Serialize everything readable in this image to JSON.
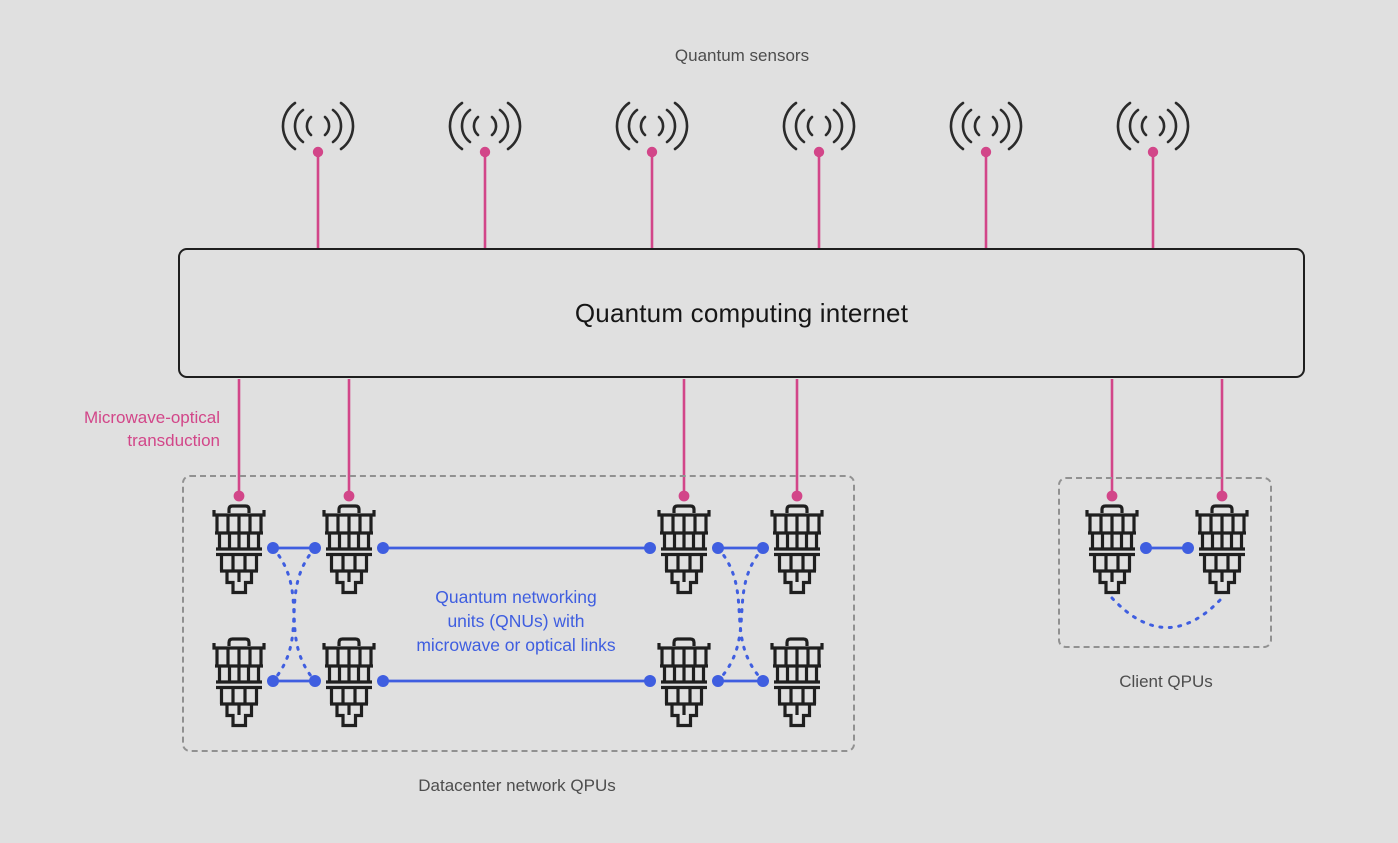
{
  "labels": {
    "sensors": "Quantum sensors",
    "internet": "Quantum computing internet",
    "transduction": "Microwave-optical\ntransduction",
    "qnu": "Quantum networking\nunits (QNUs) with\nmicrowave or optical links",
    "datacenter": "Datacenter network QPUs",
    "client": "Client QPUs"
  },
  "icons": {
    "sensor": "radio-waves-icon",
    "qpu": "cryostat-qpu-icon"
  },
  "counts": {
    "sensors": 6,
    "datacenter_qpus": 8,
    "client_qpus": 2
  },
  "colors": {
    "background": "#e0e0e0",
    "pink": "#d24689",
    "blue": "#3f5ee0",
    "ink": "#1f1f1f",
    "muted_text": "#4d4d4d",
    "dash_gray": "#919191"
  }
}
